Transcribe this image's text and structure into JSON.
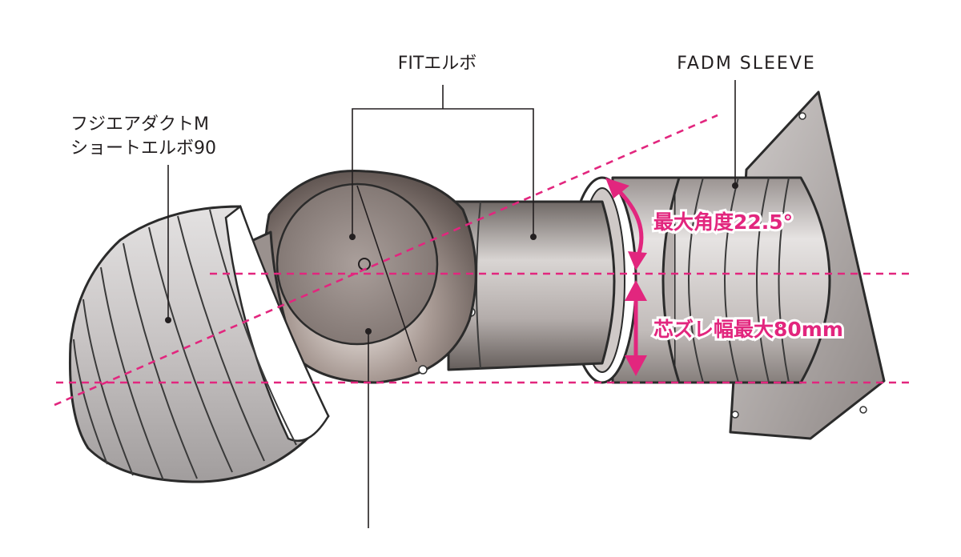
{
  "labels": {
    "fit_elbow": "FITエルボ",
    "fadm_sleeve": "FADM SLEEVE",
    "duct_line1": "フジエアダクトM",
    "duct_line2": "ショートエルボ90"
  },
  "annotations": {
    "max_angle": "最大角度22.5°",
    "max_offset": "芯ズレ幅最大80mm"
  },
  "colors": {
    "accent": "#e2267e",
    "outline": "#2b2b2b",
    "duct_fill": "#c9c6c6",
    "metal_fill": "#a7a09e",
    "elbow_fill": "#6e625f"
  }
}
